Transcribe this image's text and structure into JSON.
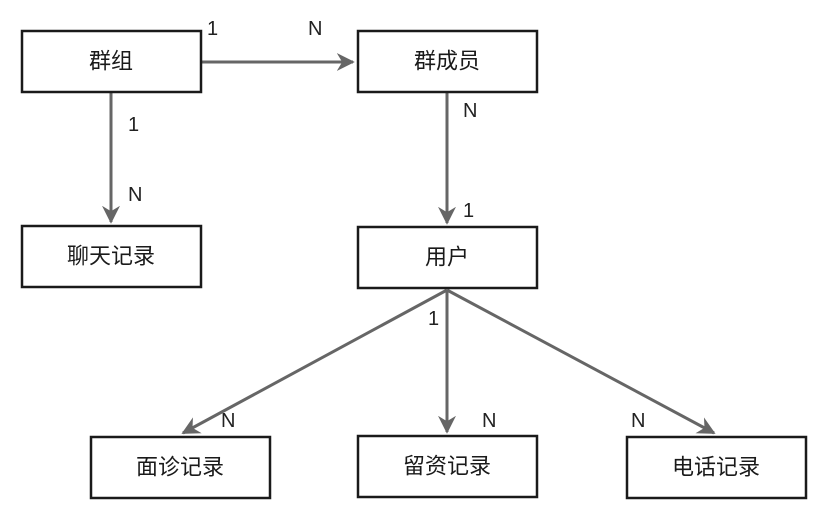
{
  "entities": {
    "group": "群组",
    "group_member": "群成员",
    "chat_record": "聊天记录",
    "user": "用户",
    "interview_record": "面诊记录",
    "message_record": "留资记录",
    "phone_record": "电话记录"
  },
  "relations": {
    "group_member": {
      "from": "1",
      "to": "N"
    },
    "group_chat": {
      "from": "1",
      "to": "N"
    },
    "member_user": {
      "from": "N",
      "to": "1"
    },
    "user_interview": {
      "from": "1",
      "to": "N"
    },
    "user_message": {
      "to": "N"
    },
    "user_phone": {
      "to": "N"
    }
  }
}
